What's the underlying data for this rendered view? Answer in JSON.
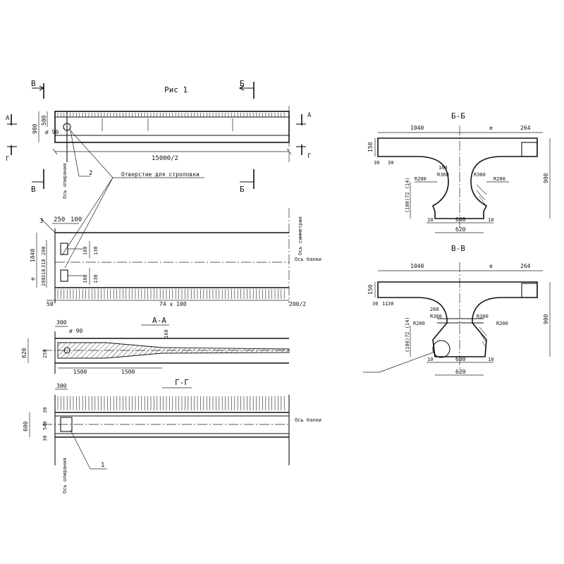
{
  "title": "Рис 1",
  "section_marks": {
    "v": "В",
    "b": "Б",
    "a": "А",
    "g": "Г"
  },
  "elevation": {
    "dim_900": "900",
    "dim_500": "500",
    "dim_d90": "ø 90",
    "half_length": "15000/2",
    "support_axis": "Ось опирания",
    "leader_2": "2",
    "lifting_hole": "Отверстие для строповки"
  },
  "plan": {
    "leader_3": "3",
    "dim_250": "250",
    "dim_100": "100",
    "dim_1040": "1040",
    "dim_200a": "200",
    "dim_310a": "310",
    "dim_310b": "310",
    "dim_200b": "200",
    "dim_e": "е",
    "dim_160a": "160",
    "dim_130a": "130",
    "dim_160b": "160",
    "dim_130b": "130",
    "symmetry_axis": "Ось симметрии",
    "beam_axis": "Ось балки",
    "dim_50": "50",
    "spacing": "74 х 100",
    "dim_200_2": "200/2"
  },
  "section_aa": {
    "label": "А-А",
    "dim_300": "300",
    "dim_d90": "ø 90",
    "dim_620": "620",
    "dim_250": "250",
    "dim_160": "160",
    "dim_1500a": "1500",
    "dim_1500b": "1500"
  },
  "section_gg": {
    "label": "Г-Г",
    "dim_300": "300",
    "dim_30a": "30",
    "dim_600": "600",
    "dim_540": "540",
    "dim_30b": "30",
    "beam_axis": "Ось балки",
    "support_axis": "Ось опирания",
    "leader_1": "1"
  },
  "section_bb": {
    "label": "Б-Б",
    "dim_1040": "1040",
    "dim_e": "е",
    "dim_264": "264",
    "dim_150": "150",
    "dim_30a": "30",
    "dim_30b": "30",
    "dim_160": "160",
    "r_360": "R360",
    "r_300": "R300",
    "r_200a": "R200",
    "r_200b": "R200",
    "dim_stack": "(100)72 (14)",
    "dim_10a": "10",
    "dim_600": "600",
    "dim_10b": "10",
    "dim_620": "620",
    "dim_900": "900"
  },
  "section_vv": {
    "label": "В-В",
    "dim_1040": "1040",
    "dim_e": "е",
    "dim_264": "264",
    "dim_150": "150",
    "dim_30a": "30",
    "dim_11": "11",
    "dim_30b": "30",
    "dim_260": "260",
    "r_300a": "R300",
    "r_300b": "R300",
    "r_200a": "R200",
    "r_200b": "R200",
    "dim_stack": "(100)72 (14)",
    "dim_10a": "10",
    "dim_600": "600",
    "dim_10b": "10",
    "dim_620": "620",
    "dim_900": "900"
  }
}
